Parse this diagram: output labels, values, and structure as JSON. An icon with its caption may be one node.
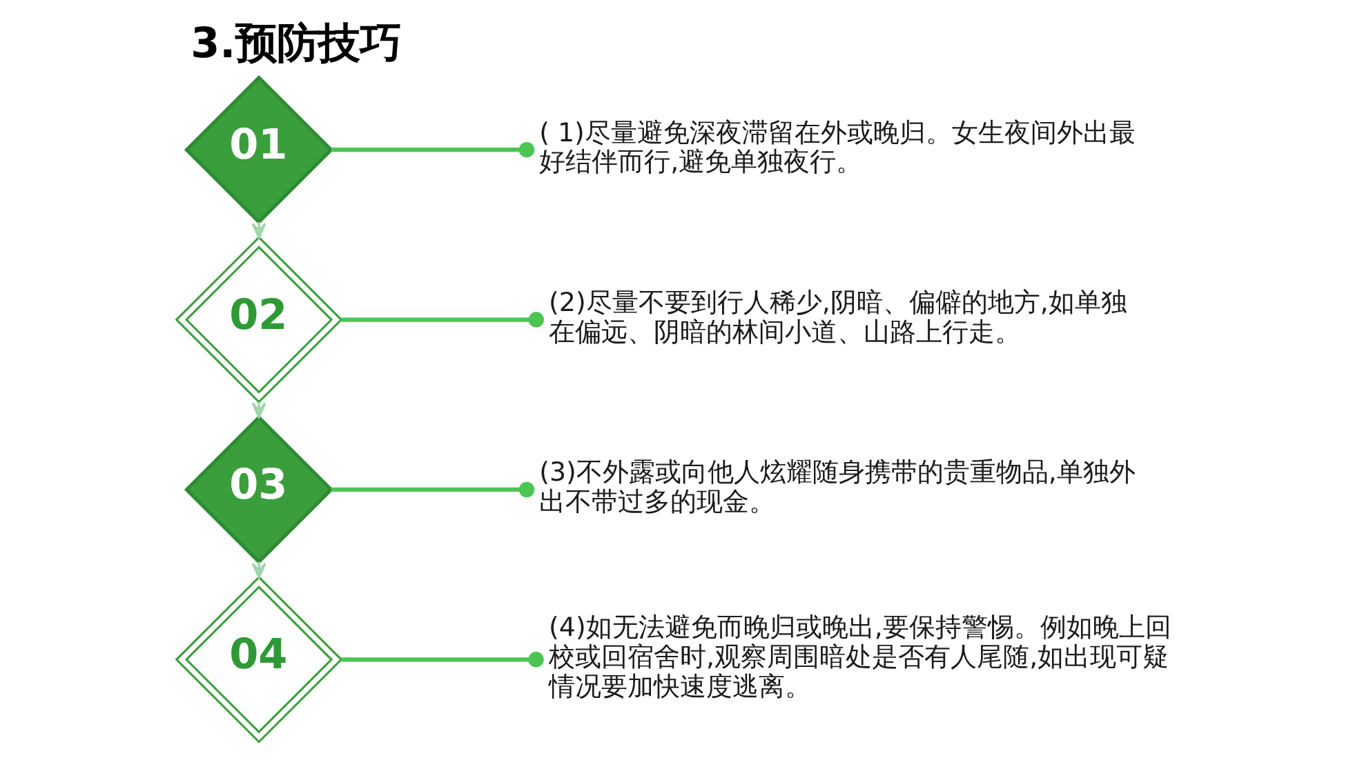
{
  "diagram": {
    "title": "3.预防技巧",
    "nodes": [
      {
        "text": [
          "01"
        ]
      },
      {
        "text": [
          "( 1)尽量避免深夜滞留在外或晚归。女生夜间外出最好结伴而行,避免单独夜行。"
        ]
      },
      {
        "text": [
          "02"
        ]
      },
      {
        "text": [
          "(2)尽量不要到行人稀少,阴暗、偏僻的地方,如单独在偏远、阴暗的林间小道、山路上行走。"
        ]
      },
      {
        "text": [
          "03"
        ]
      },
      {
        "text": [
          "(3)不外露或向他人炫耀随身携带的贵重物品,单独外出不带过多的现金。"
        ]
      },
      {
        "text": [
          "04"
        ]
      },
      {
        "text": [
          "(4)如无法避免而晚归或晚出,要保持警惕。例如晚上回校或回宿舍时,观察周围暗处是否有人尾随,如出现可疑情况要加快速度逃离。"
        ]
      }
    ],
    "edges": [
      {
        "from": 0,
        "to": 1,
        "arrow": "other"
      },
      {
        "from": 0,
        "to": 2,
        "arrow": "to",
        "color": "#9fd6aa"
      },
      {
        "from": 2,
        "to": 3,
        "arrow": "other"
      },
      {
        "from": 2,
        "to": 4,
        "arrow": "to",
        "color": "#9fd6aa"
      },
      {
        "from": 4,
        "to": 5,
        "arrow": "other"
      },
      {
        "from": 4,
        "to": 6,
        "arrow": "to",
        "color": "#9fd6aa"
      },
      {
        "from": 6,
        "to": 7,
        "arrow": "other"
      }
    ]
  }
}
